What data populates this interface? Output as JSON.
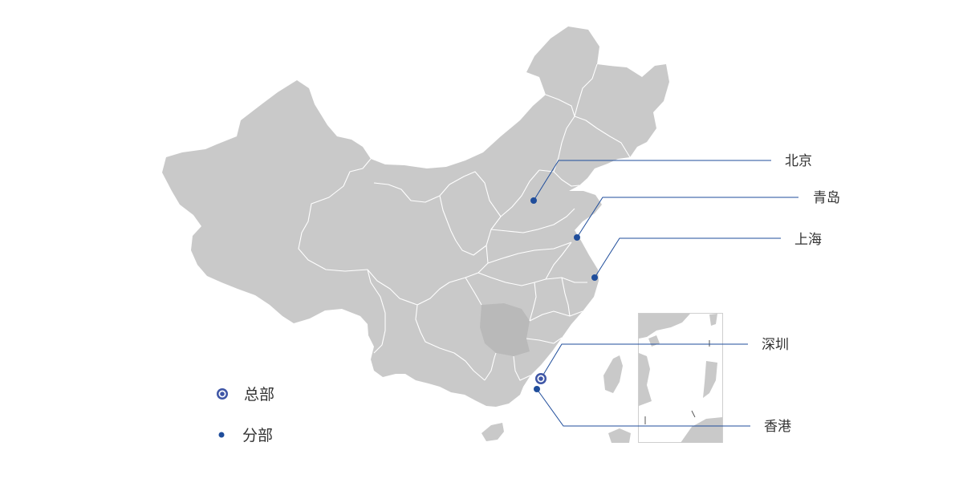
{
  "colors": {
    "land": "#c9c9c9",
    "border": "#ffffff",
    "highlight": "#b9b9b9",
    "marker": "#1f4d9b",
    "hq": "#3f56a6",
    "line": "#1f4d9b"
  },
  "cities": [
    {
      "id": "beijing",
      "label": "北京",
      "kind": "branch"
    },
    {
      "id": "qingdao",
      "label": "青岛",
      "kind": "branch"
    },
    {
      "id": "shanghai",
      "label": "上海",
      "kind": "branch"
    },
    {
      "id": "shenzhen",
      "label": "深圳",
      "kind": "hq"
    },
    {
      "id": "hongkong",
      "label": "香港",
      "kind": "branch"
    }
  ],
  "legend": {
    "hq": "总部",
    "branch": "分部"
  },
  "icons": {
    "hq": "hq-ring-icon",
    "branch": "branch-dot-icon"
  }
}
